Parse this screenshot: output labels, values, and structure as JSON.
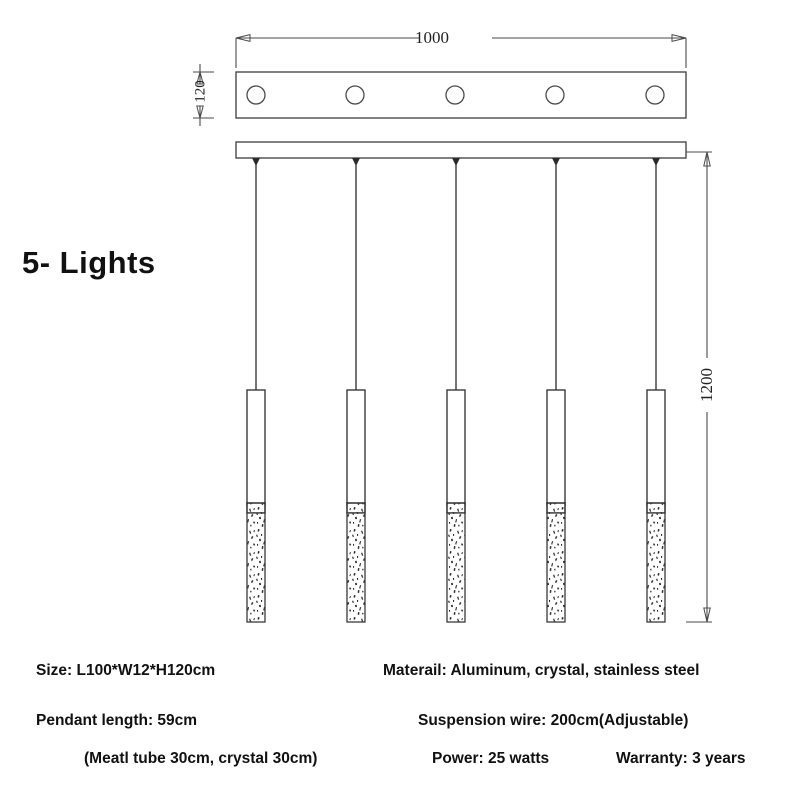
{
  "drawing": {
    "title": "5- Lights",
    "dimensions": {
      "width_label": "1000",
      "plate_height_label": "120",
      "drop_height_label": "1200"
    },
    "lights_count": 5
  },
  "specs": {
    "left_column": [
      {
        "id": "size",
        "text": "Size: L100*W12*H120cm"
      },
      {
        "id": "pendant-length",
        "text": "Pendant length: 59cm"
      },
      {
        "id": "pendant-breakdown",
        "text": "(Meatl tube 30cm, crystal 30cm)"
      }
    ],
    "right_column": [
      {
        "id": "material",
        "text": "Materail: Aluminum, crystal, stainless steel"
      },
      {
        "id": "suspension-wire",
        "text": "Suspension wire: 200cm(Adjustable)"
      },
      {
        "id": "power",
        "text": "Power: 25 watts"
      },
      {
        "id": "warranty",
        "text": "Warranty: 3 years"
      }
    ]
  },
  "colors": {
    "line": "#4a4a4a",
    "text": "#111111",
    "crystal_speckle": "#2b2b2b",
    "background": "#ffffff"
  }
}
